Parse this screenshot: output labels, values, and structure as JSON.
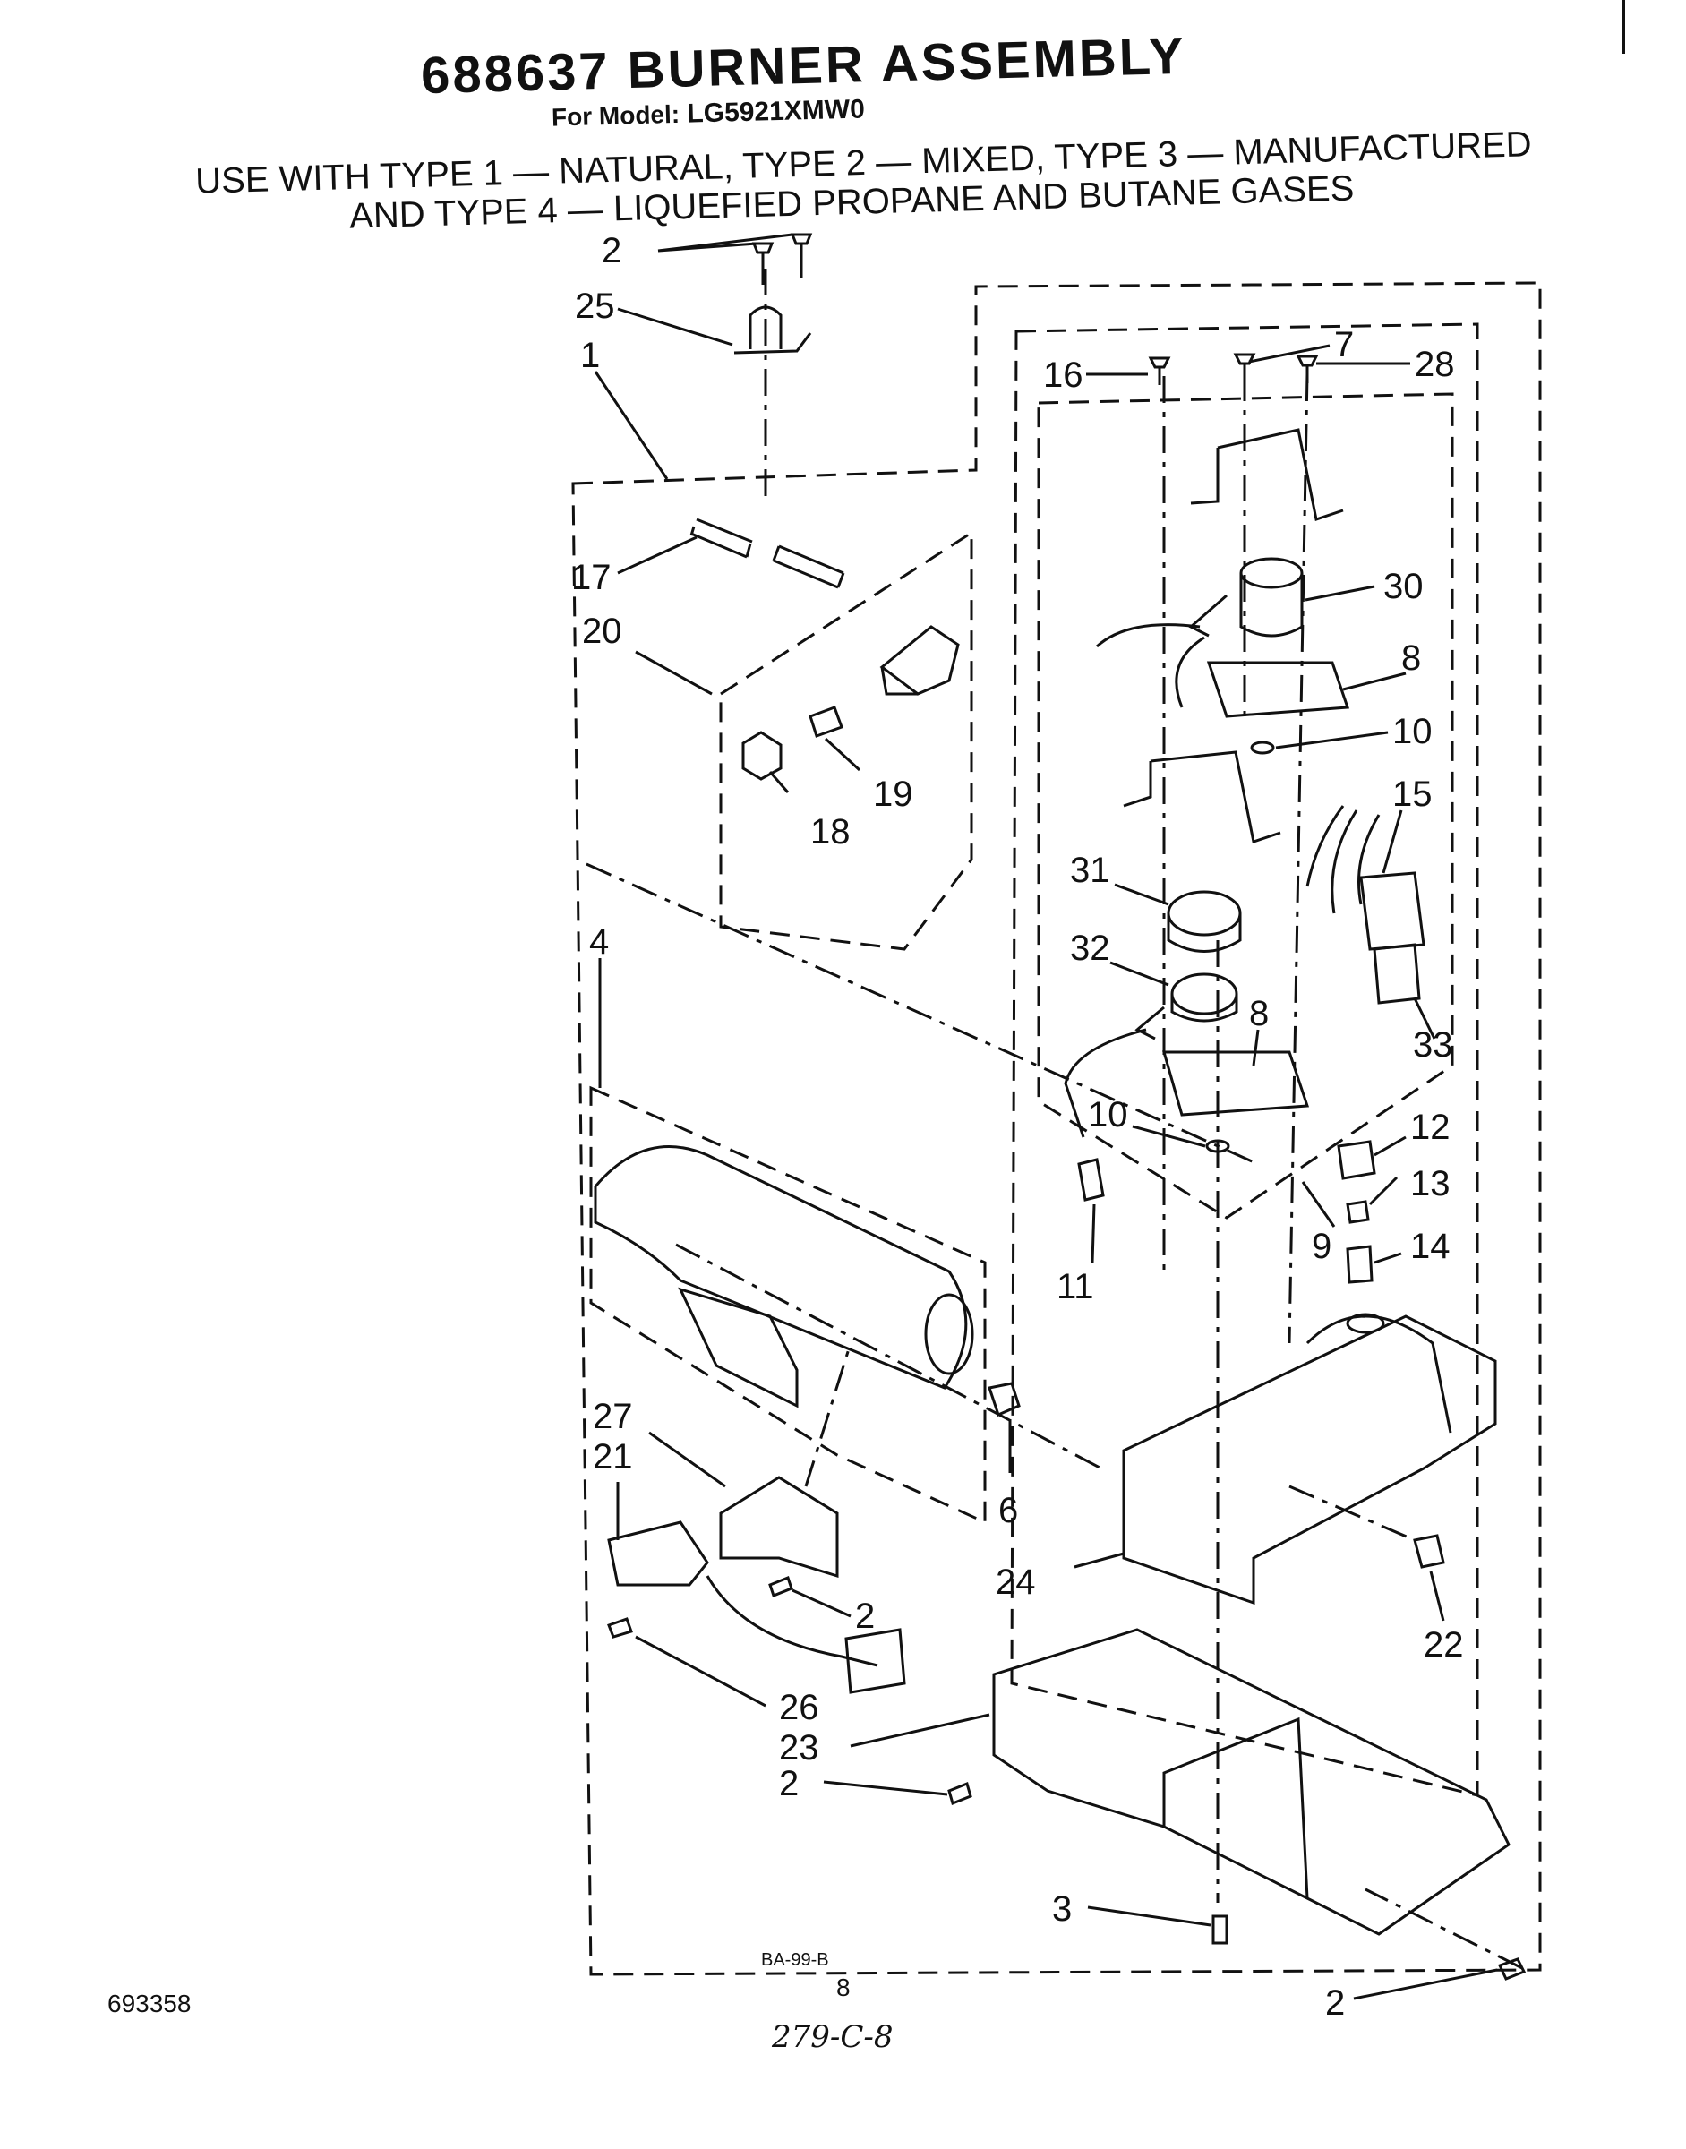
{
  "header": {
    "title": "688637 BURNER ASSEMBLY",
    "model_prefix": "For Model:",
    "model": "LG5921XMW0",
    "usage_line1": "USE WITH TYPE 1 — NATURAL, TYPE 2 — MIXED, TYPE 3 — MANUFACTURED",
    "usage_line2": "AND TYPE 4 — LIQUEFIED PROPANE AND BUTANE GASES"
  },
  "callouts": {
    "n1": "1",
    "n2": "2",
    "n3": "3",
    "n4": "4",
    "n6": "6",
    "n7": "7",
    "n8": "8",
    "n9": "9",
    "n10": "10",
    "n11": "11",
    "n12": "12",
    "n13": "13",
    "n14": "14",
    "n15": "15",
    "n16": "16",
    "n17": "17",
    "n18": "18",
    "n19": "19",
    "n20": "20",
    "n21": "21",
    "n22": "22",
    "n23": "23",
    "n24": "24",
    "n25": "25",
    "n26": "26",
    "n27": "27",
    "n28": "28",
    "n30": "30",
    "n31": "31",
    "n32": "32",
    "n33": "33"
  },
  "drawing_code": "BA-99-B",
  "footer": {
    "doc_number": "693358",
    "page_number": "8",
    "handwritten_note": "279-C-8"
  }
}
